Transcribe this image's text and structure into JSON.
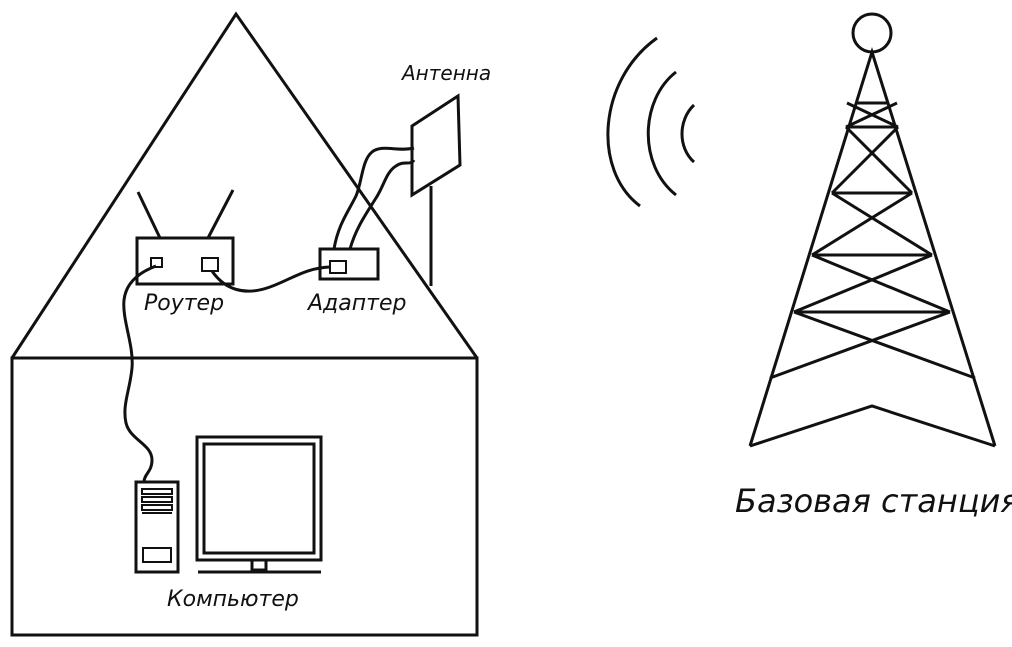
{
  "labels": {
    "antenna": "Антенна",
    "router": "Роутер",
    "adapter": "Адаптер",
    "computer": "Компьютер",
    "base_station": "Базовая станция"
  },
  "colors": {
    "stroke": "#111111",
    "background": "#ffffff"
  }
}
